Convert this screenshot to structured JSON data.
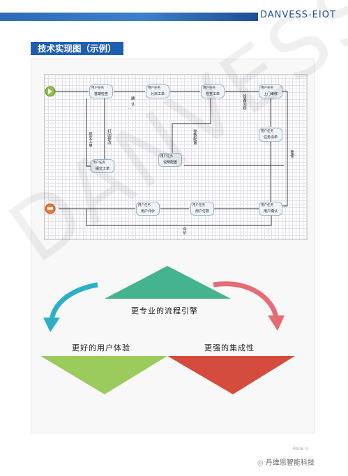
{
  "header": {
    "brand": "DANVESS-EIOT"
  },
  "section_title": "技术实现图（示例）",
  "workflow": {
    "node_header": "用户任务",
    "nodes": {
      "n1": "首期检查",
      "n2": "分派工单",
      "n3": "检查工单",
      "n4": "上门维修",
      "n5": "任务清单",
      "n6": "提交工单",
      "n7": "说明配置",
      "n8": "用户确认",
      "n9": "用户付款",
      "n10": "用户评价"
    },
    "labels": {
      "l1": "确认",
      "l2": "设备问题",
      "l3": "打回修改",
      "l4": "提交工单",
      "l5": "参数配置",
      "l6": "重修",
      "l7": "评价"
    }
  },
  "slogans": {
    "top": "更专业的流程引擎",
    "left": "更好的用户体验",
    "right": "更强的集成性"
  },
  "watermark": "DANVESS",
  "page_number": "PAGE 9",
  "footer_source": "丹维思智能科技",
  "colors": {
    "header_blue": "#1f5fb2",
    "triangle_top": "#45b38f",
    "triangle_left": "#9bcb5c",
    "triangle_right": "#d34c3e",
    "arrow_left": "#2eafc8",
    "arrow_right": "#e56b75"
  }
}
